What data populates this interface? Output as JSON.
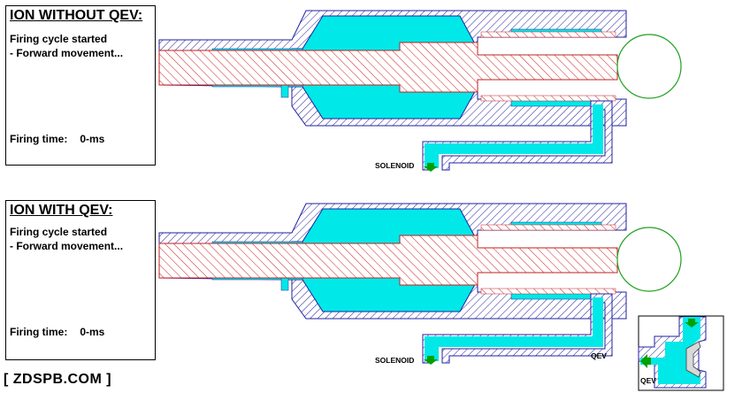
{
  "panels": [
    {
      "title": "ION WITHOUT QEV:",
      "line1": "Firing cycle started",
      "line2": "- Forward movement...",
      "firing_label": "Firing time:",
      "firing_value": "0-ms"
    },
    {
      "title": "ION WITH QEV:",
      "line1": "Firing cycle started",
      "line2": "- Forward movement...",
      "firing_label": "Firing time:",
      "firing_value": "0-ms"
    }
  ],
  "labels": {
    "solenoid": "SOLENOID",
    "qev": "QEV"
  },
  "brand": "[ ZDSPB.COM ]",
  "colors": {
    "air": "#00e8e8",
    "body_hatch": "#2020a0",
    "bolt_hatch": "#d02020",
    "ball": "#20a020",
    "arrow": "#00a000"
  }
}
